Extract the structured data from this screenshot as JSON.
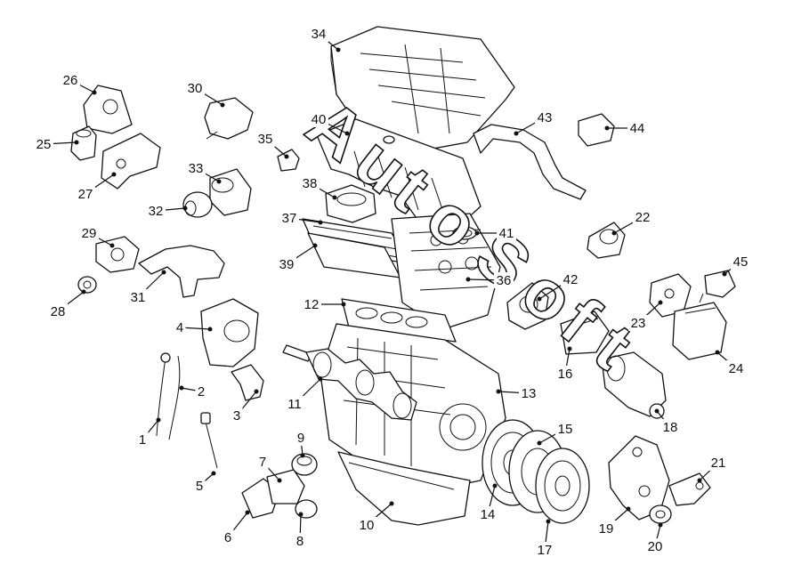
{
  "watermark": [
    "A",
    "u",
    "t",
    "o",
    "S",
    "o",
    "f",
    "t"
  ],
  "callouts": [
    {
      "id": "1",
      "label": "1"
    },
    {
      "id": "2",
      "label": "2"
    },
    {
      "id": "3",
      "label": "3"
    },
    {
      "id": "4",
      "label": "4"
    },
    {
      "id": "5",
      "label": "5"
    },
    {
      "id": "6",
      "label": "6"
    },
    {
      "id": "7",
      "label": "7"
    },
    {
      "id": "8",
      "label": "8"
    },
    {
      "id": "9",
      "label": "9"
    },
    {
      "id": "10",
      "label": "10"
    },
    {
      "id": "11",
      "label": "11"
    },
    {
      "id": "12",
      "label": "12"
    },
    {
      "id": "13",
      "label": "13"
    },
    {
      "id": "14",
      "label": "14"
    },
    {
      "id": "15",
      "label": "15"
    },
    {
      "id": "16",
      "label": "16"
    },
    {
      "id": "17",
      "label": "17"
    },
    {
      "id": "18",
      "label": "18"
    },
    {
      "id": "19",
      "label": "19"
    },
    {
      "id": "20",
      "label": "20"
    },
    {
      "id": "21",
      "label": "21"
    },
    {
      "id": "22",
      "label": "22"
    },
    {
      "id": "23",
      "label": "23"
    },
    {
      "id": "24",
      "label": "24"
    },
    {
      "id": "25",
      "label": "25"
    },
    {
      "id": "26",
      "label": "26"
    },
    {
      "id": "27",
      "label": "27"
    },
    {
      "id": "28",
      "label": "28"
    },
    {
      "id": "29",
      "label": "29"
    },
    {
      "id": "30",
      "label": "30"
    },
    {
      "id": "31",
      "label": "31"
    },
    {
      "id": "32",
      "label": "32"
    },
    {
      "id": "33",
      "label": "33"
    },
    {
      "id": "34",
      "label": "34"
    },
    {
      "id": "35",
      "label": "35"
    },
    {
      "id": "36",
      "label": "36"
    },
    {
      "id": "37",
      "label": "37"
    },
    {
      "id": "38",
      "label": "38"
    },
    {
      "id": "39",
      "label": "39"
    },
    {
      "id": "40",
      "label": "40"
    },
    {
      "id": "41",
      "label": "41"
    },
    {
      "id": "42",
      "label": "42"
    },
    {
      "id": "43",
      "label": "43"
    },
    {
      "id": "44",
      "label": "44"
    },
    {
      "id": "45",
      "label": "45"
    }
  ]
}
